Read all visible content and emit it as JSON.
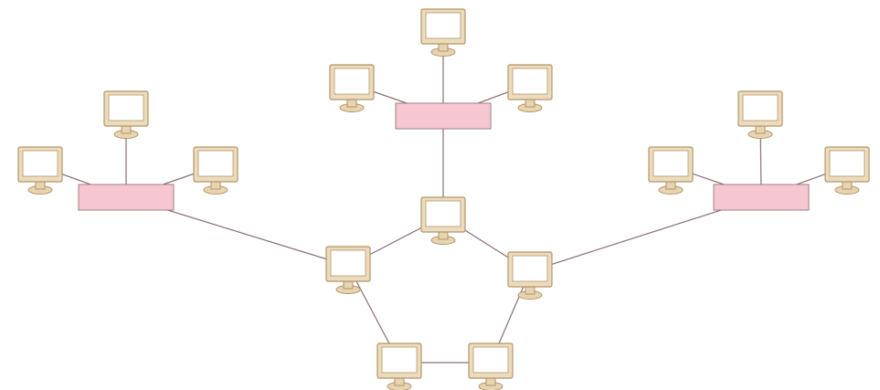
{
  "diagram": {
    "type": "hybrid-network-topology",
    "colors": {
      "background": "#ffffff",
      "line": "#8a6f73",
      "hub_fill": "#f7c7d1",
      "hub_stroke": "#9b7f86",
      "monitor_frame": "#ecdcbe",
      "monitor_frame_stroke": "#b39567",
      "monitor_screen": "#ffffff",
      "monitor_base": "#e7d4b0"
    },
    "hubs": [
      {
        "id": "hub-left",
        "name": "hub-left"
      },
      {
        "id": "hub-top",
        "name": "hub-top"
      },
      {
        "id": "hub-right",
        "name": "hub-right"
      }
    ],
    "computers": [
      {
        "id": "pc-l1",
        "name": "computer-left-star-1"
      },
      {
        "id": "pc-l2",
        "name": "computer-left-star-2"
      },
      {
        "id": "pc-l3",
        "name": "computer-left-star-3"
      },
      {
        "id": "pc-t1",
        "name": "computer-top-star-1"
      },
      {
        "id": "pc-t2",
        "name": "computer-top-star-2"
      },
      {
        "id": "pc-t3",
        "name": "computer-top-star-3"
      },
      {
        "id": "pc-r1",
        "name": "computer-right-star-1"
      },
      {
        "id": "pc-r2",
        "name": "computer-right-star-2"
      },
      {
        "id": "pc-r3",
        "name": "computer-right-star-3"
      },
      {
        "id": "pc-ring-top",
        "name": "computer-ring-top"
      },
      {
        "id": "pc-ring-left",
        "name": "computer-ring-left"
      },
      {
        "id": "pc-ring-right",
        "name": "computer-ring-right"
      },
      {
        "id": "pc-ring-bottom-left",
        "name": "computer-ring-bottom-left"
      },
      {
        "id": "pc-ring-bottom-right",
        "name": "computer-ring-bottom-right"
      }
    ],
    "connections": [
      {
        "from": "pc-l1",
        "to": "hub-left"
      },
      {
        "from": "pc-l2",
        "to": "hub-left"
      },
      {
        "from": "pc-l3",
        "to": "hub-left"
      },
      {
        "from": "pc-t1",
        "to": "hub-top"
      },
      {
        "from": "pc-t2",
        "to": "hub-top"
      },
      {
        "from": "pc-t3",
        "to": "hub-top"
      },
      {
        "from": "pc-r1",
        "to": "hub-right"
      },
      {
        "from": "pc-r2",
        "to": "hub-right"
      },
      {
        "from": "pc-r3",
        "to": "hub-right"
      },
      {
        "from": "hub-top",
        "to": "pc-ring-top"
      },
      {
        "from": "hub-left",
        "to": "pc-ring-left"
      },
      {
        "from": "hub-right",
        "to": "pc-ring-right"
      },
      {
        "from": "pc-ring-top",
        "to": "pc-ring-left"
      },
      {
        "from": "pc-ring-top",
        "to": "pc-ring-right"
      },
      {
        "from": "pc-ring-left",
        "to": "pc-ring-bottom-left"
      },
      {
        "from": "pc-ring-right",
        "to": "pc-ring-bottom-right"
      },
      {
        "from": "pc-ring-bottom-left",
        "to": "pc-ring-bottom-right"
      }
    ]
  }
}
